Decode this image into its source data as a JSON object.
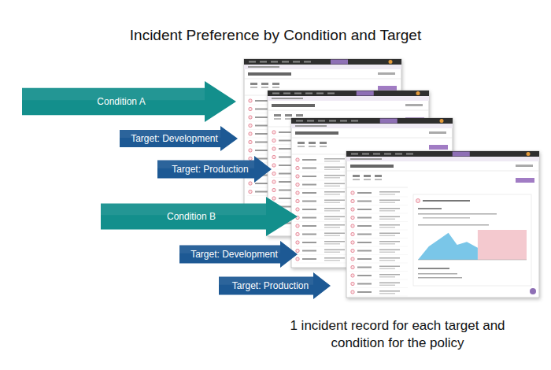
{
  "diagram": {
    "title": "Incident Preference by Condition and Target",
    "caption": "1 incident record for each target and condition for the policy",
    "nodes": [
      {
        "text": [
          "Condition A"
        ]
      },
      {
        "text": [
          "Target: Development"
        ]
      },
      {
        "text": [
          "Target: Production"
        ]
      },
      {
        "text": [
          "Condition B"
        ]
      },
      {
        "text": [
          "Target: Development"
        ]
      },
      {
        "text": [
          "Target: Production"
        ]
      }
    ]
  }
}
